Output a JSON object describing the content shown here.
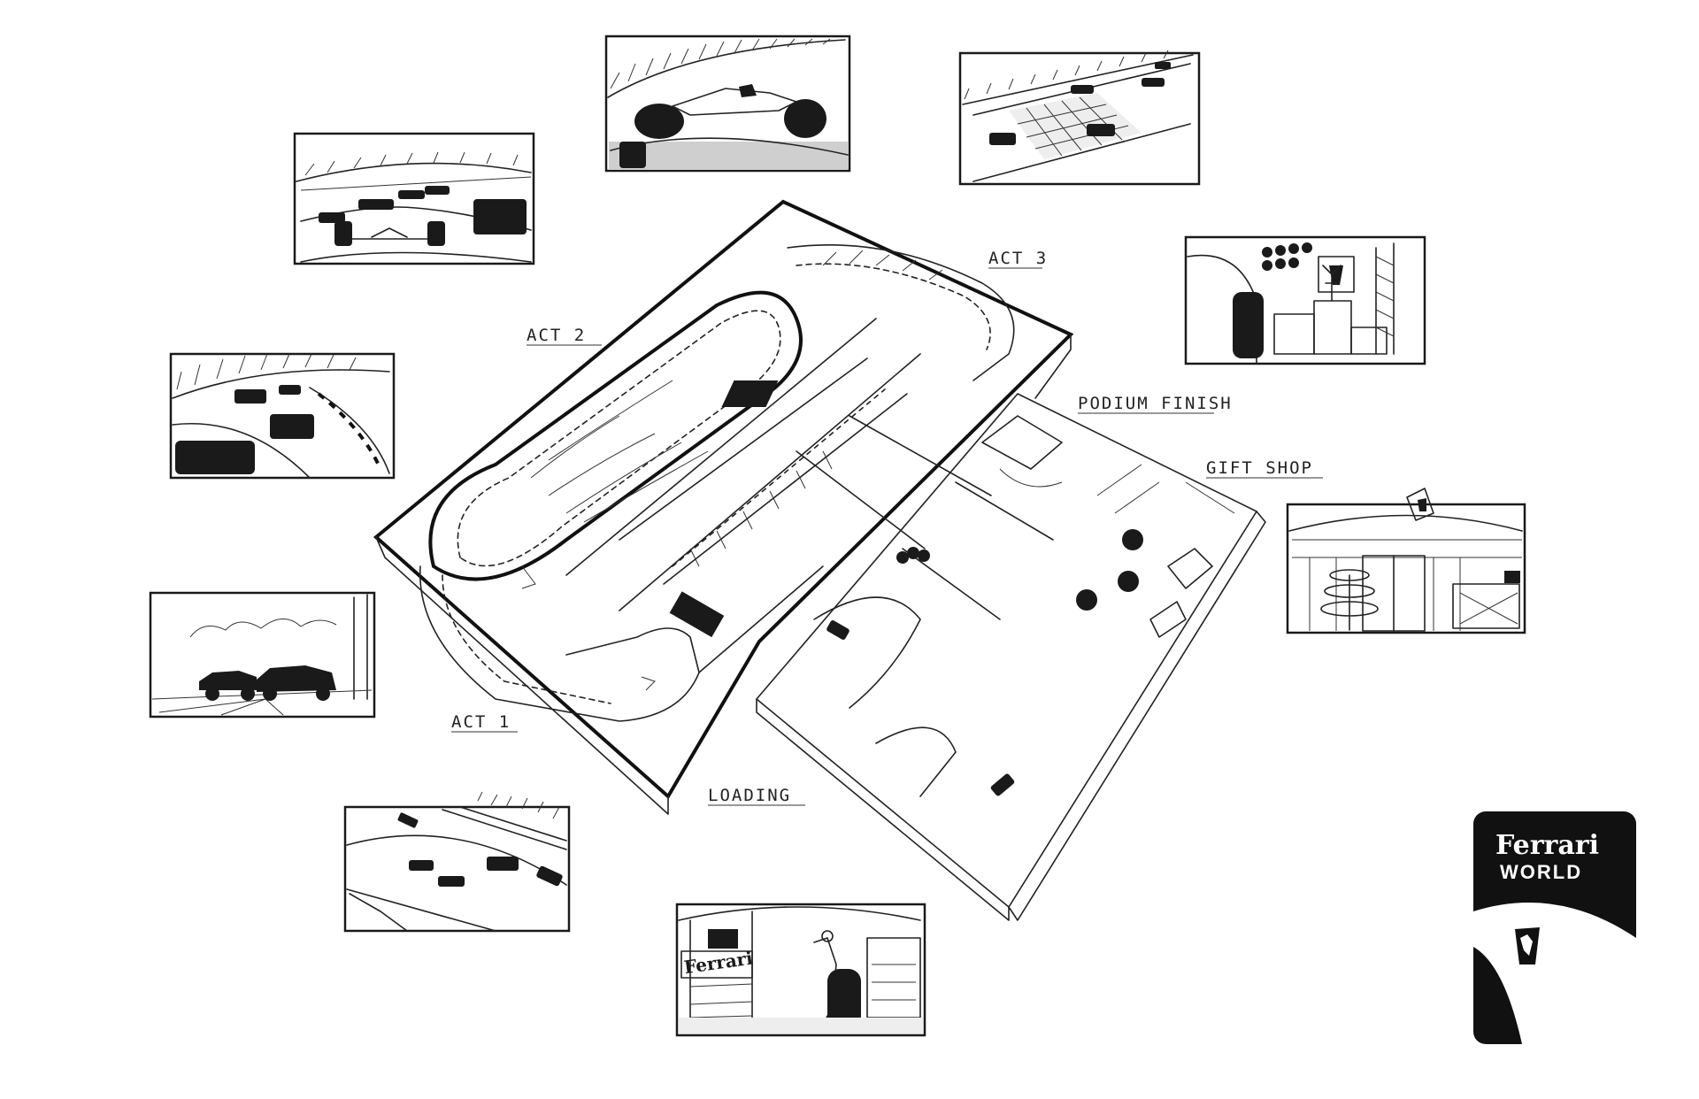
{
  "labels": {
    "act1": "ACT 1",
    "act2": "ACT 2",
    "act3": "ACT 3",
    "podium_finish": "PODIUM FINISH",
    "gift_shop": "GIFT SHOP",
    "loading": "LOADING"
  },
  "storyboard_frames": [
    {
      "scene": "night-race-pack-view"
    },
    {
      "scene": "race-car-closeup"
    },
    {
      "scene": "checkered-start-grid"
    },
    {
      "scene": "banked-turn-pack"
    },
    {
      "scene": "podium-celebration"
    },
    {
      "scene": "two-cars-sunset-straight"
    },
    {
      "scene": "gift-shop-interior"
    },
    {
      "scene": "track-overhead-cars"
    },
    {
      "scene": "loading-garage"
    }
  ],
  "logo": {
    "brand": "Ferrari",
    "sub": "WORLD",
    "background": "#111111",
    "foreground": "#ffffff"
  }
}
